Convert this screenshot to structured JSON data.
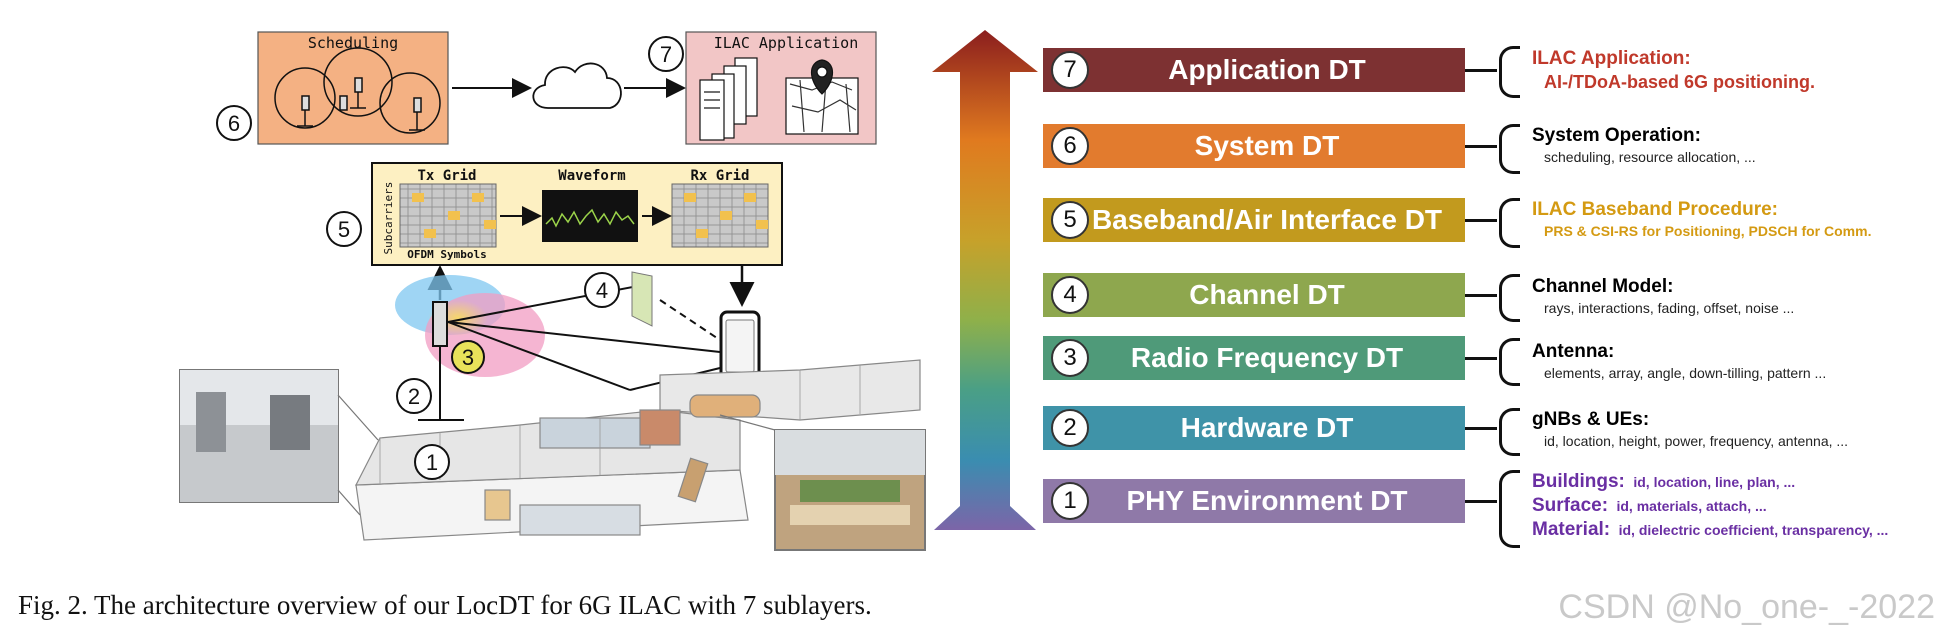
{
  "layers": [
    {
      "num": "7",
      "label": "Application DT",
      "color": "#7d3132"
    },
    {
      "num": "6",
      "label": "System DT",
      "color": "#e27b2e"
    },
    {
      "num": "5",
      "label": "Baseband/Air Interface DT",
      "color": "#c29a1e"
    },
    {
      "num": "4",
      "label": "Channel DT",
      "color": "#8ea74e"
    },
    {
      "num": "3",
      "label": "Radio Frequency DT",
      "color": "#4f9a79"
    },
    {
      "num": "2",
      "label": "Hardware DT",
      "color": "#3f93a8"
    },
    {
      "num": "1",
      "label": "PHY Environment DT",
      "color": "#8f79a8"
    }
  ],
  "descriptions": {
    "app": {
      "title": "ILAC Application:",
      "sub": "AI-/TDoA-based 6G positioning.",
      "color": "#c0392b"
    },
    "system": {
      "title": "System Operation:",
      "sub": "scheduling, resource allocation, ...",
      "color": "#111111"
    },
    "baseband": {
      "title": "ILAC Baseband Procedure:",
      "sub": "PRS & CSI-RS for Positioning, PDSCH for Comm.",
      "color": "#d49a12"
    },
    "channel": {
      "title": "Channel Model:",
      "sub": "rays, interactions, fading, offset, noise ...",
      "color": "#111111"
    },
    "antenna": {
      "title": "Antenna:",
      "sub": "elements, array, angle, down-tilling, pattern ...",
      "color": "#111111"
    },
    "hardware": {
      "title": "gNBs & UEs:",
      "sub": "id, location, height, power, frequency, antenna, ...",
      "color": "#111111"
    },
    "phy": {
      "color": "#6a2fa3",
      "lines": [
        {
          "title": "Buildings:",
          "sub": "id, location, line, plan, ..."
        },
        {
          "title": "Surface:",
          "sub": "id, materials, attach, ..."
        },
        {
          "title": "Material:",
          "sub": "id, dielectric coefficient, transparency, ..."
        }
      ]
    }
  },
  "diagram": {
    "scheduling_label": "Scheduling",
    "ilac_app_label": "ILAC Application",
    "tx_grid_label": "Tx Grid",
    "waveform_label": "Waveform",
    "rx_grid_label": "Rx Grid",
    "subcarriers_label": "Subcarriers",
    "ofdm_label": "OFDM Symbols",
    "markers": [
      "1",
      "2",
      "3",
      "4",
      "5",
      "6",
      "7"
    ]
  },
  "caption": "Fig. 2.   The architecture overview of our LocDT for 6G ILAC with 7 sublayers.",
  "watermark": "CSDN @No_one-_-2022"
}
